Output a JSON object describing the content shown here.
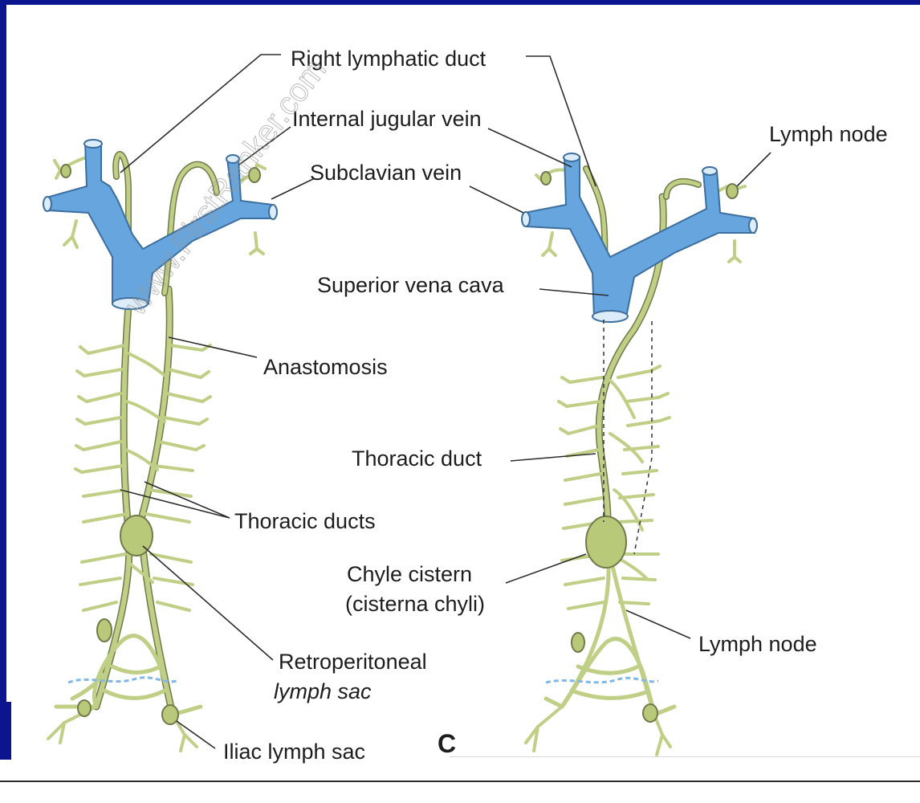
{
  "watermark": "www.FirstRanker.com",
  "labels": {
    "right_lymphatic_duct": "Right lymphatic duct",
    "internal_jugular_vein": "Internal jugular vein",
    "subclavian_vein": "Subclavian vein",
    "lymph_node_top": "Lymph node",
    "superior_vena_cava": "Superior vena cava",
    "anastomosis": "Anastomosis",
    "thoracic_duct": "Thoracic duct",
    "thoracic_ducts": "Thoracic ducts",
    "chyle_cistern_1": "Chyle cistern",
    "chyle_cistern_2": "(cisterna chyli)",
    "lymph_node_bottom": "Lymph node",
    "retroperitoneal_1": "Retroperitoneal",
    "retroperitoneal_2": "lymph sac",
    "iliac_lymph_sac": "Iliac lymph sac",
    "panel_letter": "C"
  },
  "colors": {
    "slide_background": "#0c1590",
    "vein": "#66a5dd",
    "lymph_vessel": "#bfcf86",
    "label_text": "#1d1d1d"
  }
}
